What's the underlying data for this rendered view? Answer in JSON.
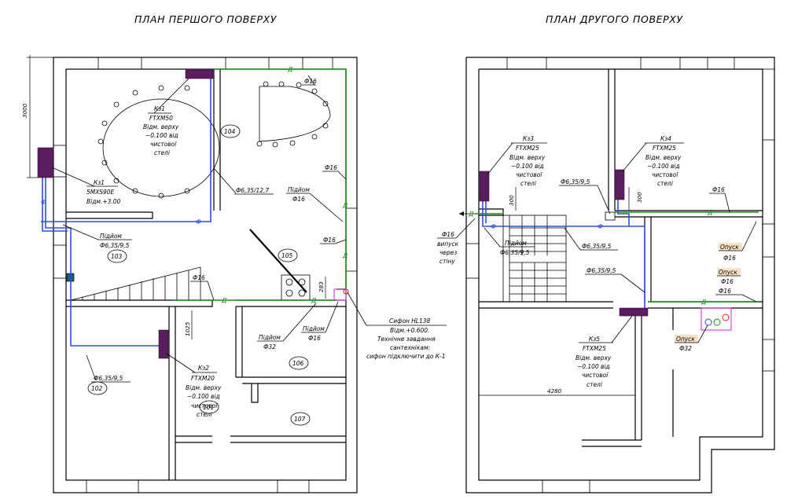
{
  "titles": {
    "floor1": "ПЛАН ПЕРШОГО ПОВЕРХУ",
    "floor2": "ПЛАН ДРУГОГО ПОВЕРХУ"
  },
  "floor1": {
    "dim_height": "3000",
    "dim_1025": "1025",
    "dim_283": "283",
    "rooms": [
      "104",
      "103",
      "105",
      "102",
      "106",
      "107",
      "101"
    ],
    "k1_title": "Кз1",
    "k1_model": "FTXM50",
    "k1_l1": "Відм. верху",
    "k1_l2": "~0.100 від",
    "k1_l3": "чистової",
    "k1_l4": "стелі",
    "kz1_title": "Кз1",
    "kz1_model": "5MXS90E",
    "kz1_l1": "Відм.+3.00",
    "k2_title": "Кз2",
    "k2_model": "FTXM20",
    "k2_l1": "Відм. верху",
    "k2_l2": "~0.100 від",
    "k2_l3": "чистової",
    "k2_l4": "стелі",
    "pipe_6_35_12_7": "Ф6,35/12,7",
    "pipe_phi16_a": "Ф16",
    "pipe_phi16_b": "Ф16",
    "pipe_phi16_c": "Ф16",
    "pipe_phi16_d": "Ф16",
    "pidiom_a": "Підйом",
    "pidiom_a_v": "Ф16",
    "pidiom_b": "Підйом",
    "pidiom_b_v": "Ф6,35/9,5",
    "pidiom_c": "Підйом",
    "pidiom_c_v": "Ф32",
    "pidiom_d": "Підйом",
    "pidiom_d_v": "Ф16",
    "pipe_102": "Ф6,35/9,5",
    "siphon_title": "Сифон HL138",
    "siphon_l1": "Відм.+0.600.",
    "siphon_l2": "Технічне завдання",
    "siphon_l3": "сантехнікам:",
    "siphon_l4": "сифон підключити до К-1",
    "letter_d": "Д",
    "letter_f": "Ф"
  },
  "floor2": {
    "k3_title": "Кз3",
    "k3_model": "FTXM25",
    "k3_l1": "Відм. верху",
    "k3_l2": "~0.100 від",
    "k3_l3": "чистової",
    "k3_l4": "стелі",
    "k4_title": "Кз4",
    "k4_model": "FTXM25",
    "k4_l1": "Відм. верху",
    "k4_l2": "~0.100 від",
    "k4_l3": "чистової",
    "k4_l4": "стелі",
    "k5_title": "Кз5",
    "k5_model": "FTXM25",
    "k5_l1": "Відм. верху",
    "k5_l2": "~0.100 від",
    "k5_l3": "чистової",
    "k5_l4": "стелі",
    "dim_300a": "300",
    "dim_300b": "300",
    "dim_4280": "4280",
    "pipe_k4": "Ф6,35/9,5",
    "pipe_phi16_top": "Ф16",
    "outlet_v": "Ф16",
    "outlet_l1": "випуск",
    "outlet_l2": "через",
    "outlet_l3": "стіну",
    "pidiom": "Підйом",
    "pidiom_v": "Ф6,35/9,5",
    "pipe_mid": "Ф6,35/9,5",
    "pipe_k5": "Ф6,35/9,5",
    "opusk_a": "Опуск",
    "opusk_a_v": "Ф16",
    "opusk_b": "Опуск",
    "opusk_b_v": "Ф16",
    "pipe_phi16_right": "Ф16",
    "opusk_c": "Опуск",
    "opusk_c_v": "Ф32",
    "letter_d": "Д",
    "letter_f": "Ф"
  },
  "colors": {
    "drain": "#1a8f1a",
    "freon": "#2b4fe0",
    "unit": "#5a1e5e",
    "highlight": "#f6dfc4",
    "magenta_box": "#d01fd0"
  }
}
